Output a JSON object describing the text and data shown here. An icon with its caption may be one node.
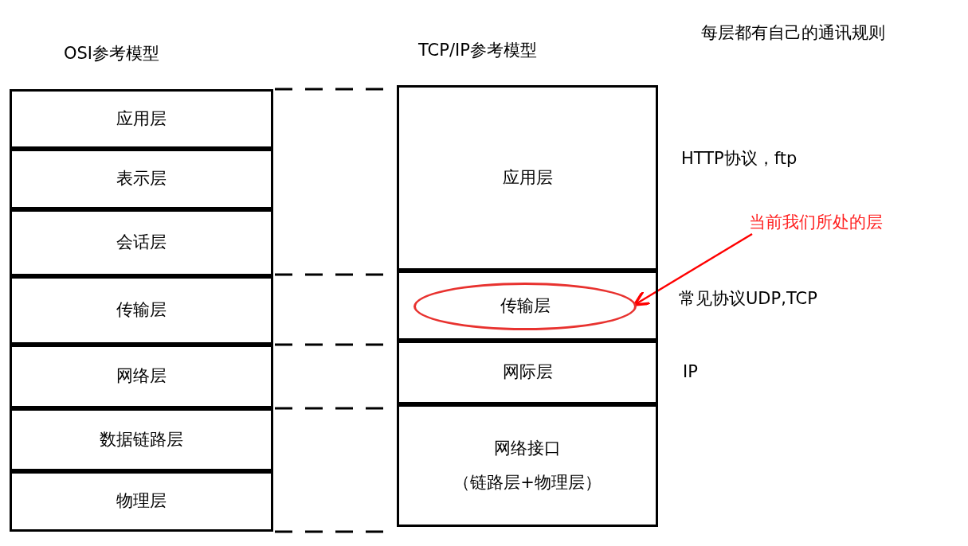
{
  "diagram": {
    "nodes": [
      {
        "text": [
          "应用层"
        ]
      },
      {
        "text": [
          "表示层"
        ]
      },
      {
        "text": [
          "会话层"
        ]
      },
      {
        "text": [
          "传输层"
        ]
      },
      {
        "text": [
          "网络层"
        ]
      },
      {
        "text": [
          "数据链路层"
        ]
      },
      {
        "text": [
          "物理层"
        ]
      },
      {
        "text": [
          "应用层"
        ],
        "beside": [
          "HTTP协议，ftp"
        ]
      },
      {
        "text": [],
        "shape": "box",
        "beside": [
          "常见协议UDP,TCP"
        ]
      },
      {
        "text": [
          "传输层"
        ],
        "in": 8
      },
      {
        "text": [
          "网际层"
        ],
        "beside": [
          "IP"
        ]
      },
      {
        "text": [
          "网络接口",
          "（链路层+物理层）"
        ]
      },
      {
        "text": [
          "当前我们所处的层"
        ]
      }
    ],
    "edges": [
      {
        "from": 12,
        "to": 9,
        "arrow": "to",
        "color": "#ff0000"
      }
    ],
    "labels": [
      "OSI参考模型",
      "TCP/IP参考模型",
      "每层都有自己的通讯规则"
    ]
  }
}
